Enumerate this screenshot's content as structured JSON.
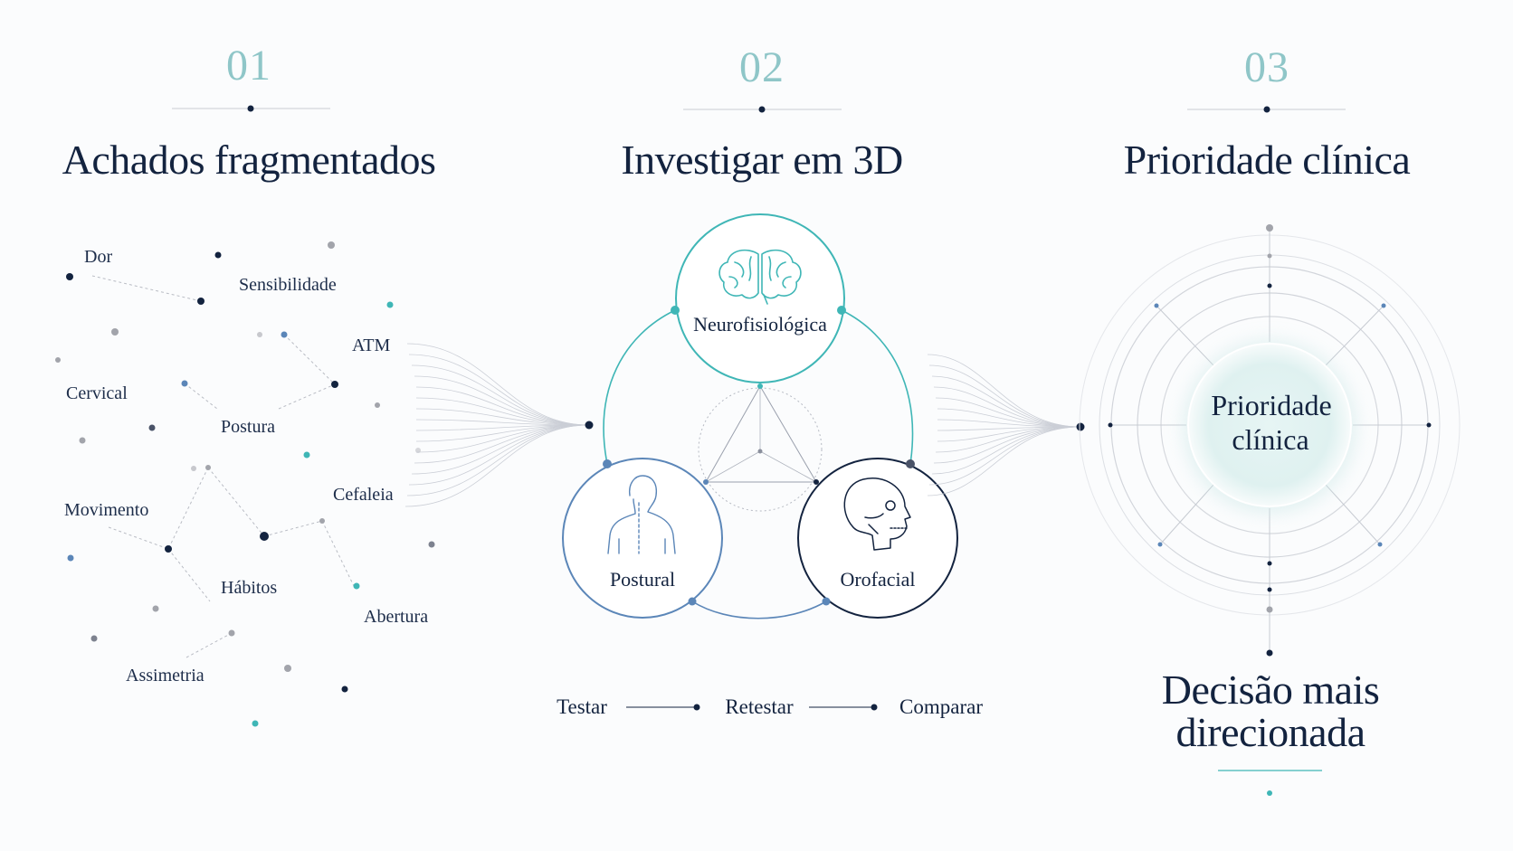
{
  "steps": [
    {
      "number": "01",
      "title": "Achados fragmentados"
    },
    {
      "number": "02",
      "title": "Investigar em 3D"
    },
    {
      "number": "03",
      "title": "Prioridade clínica"
    }
  ],
  "findings": [
    "Dor",
    "Sensibilidade",
    "ATM",
    "Cervical",
    "Postura",
    "Cefaleia",
    "Movimento",
    "Hábitos",
    "Abertura",
    "Assimetria"
  ],
  "dimensions": {
    "neuro": "Neurofisiológica",
    "postural": "Postural",
    "orofacial": "Orofacial"
  },
  "process": [
    "Testar",
    "Retestar",
    "Comparar"
  ],
  "priority": {
    "line1": "Prioridade",
    "line2": "clínica"
  },
  "decision": {
    "line1": "Decisão mais",
    "line2": "direcionada"
  },
  "colors": {
    "navy": "#13233f",
    "teal": "#3fb6b6",
    "teal_soft": "#8fc6c8",
    "steel_blue": "#5b86b8",
    "gray_dot": "#a2a4ab"
  },
  "icons": [
    "brain-icon",
    "spine-body-icon",
    "skull-icon"
  ]
}
